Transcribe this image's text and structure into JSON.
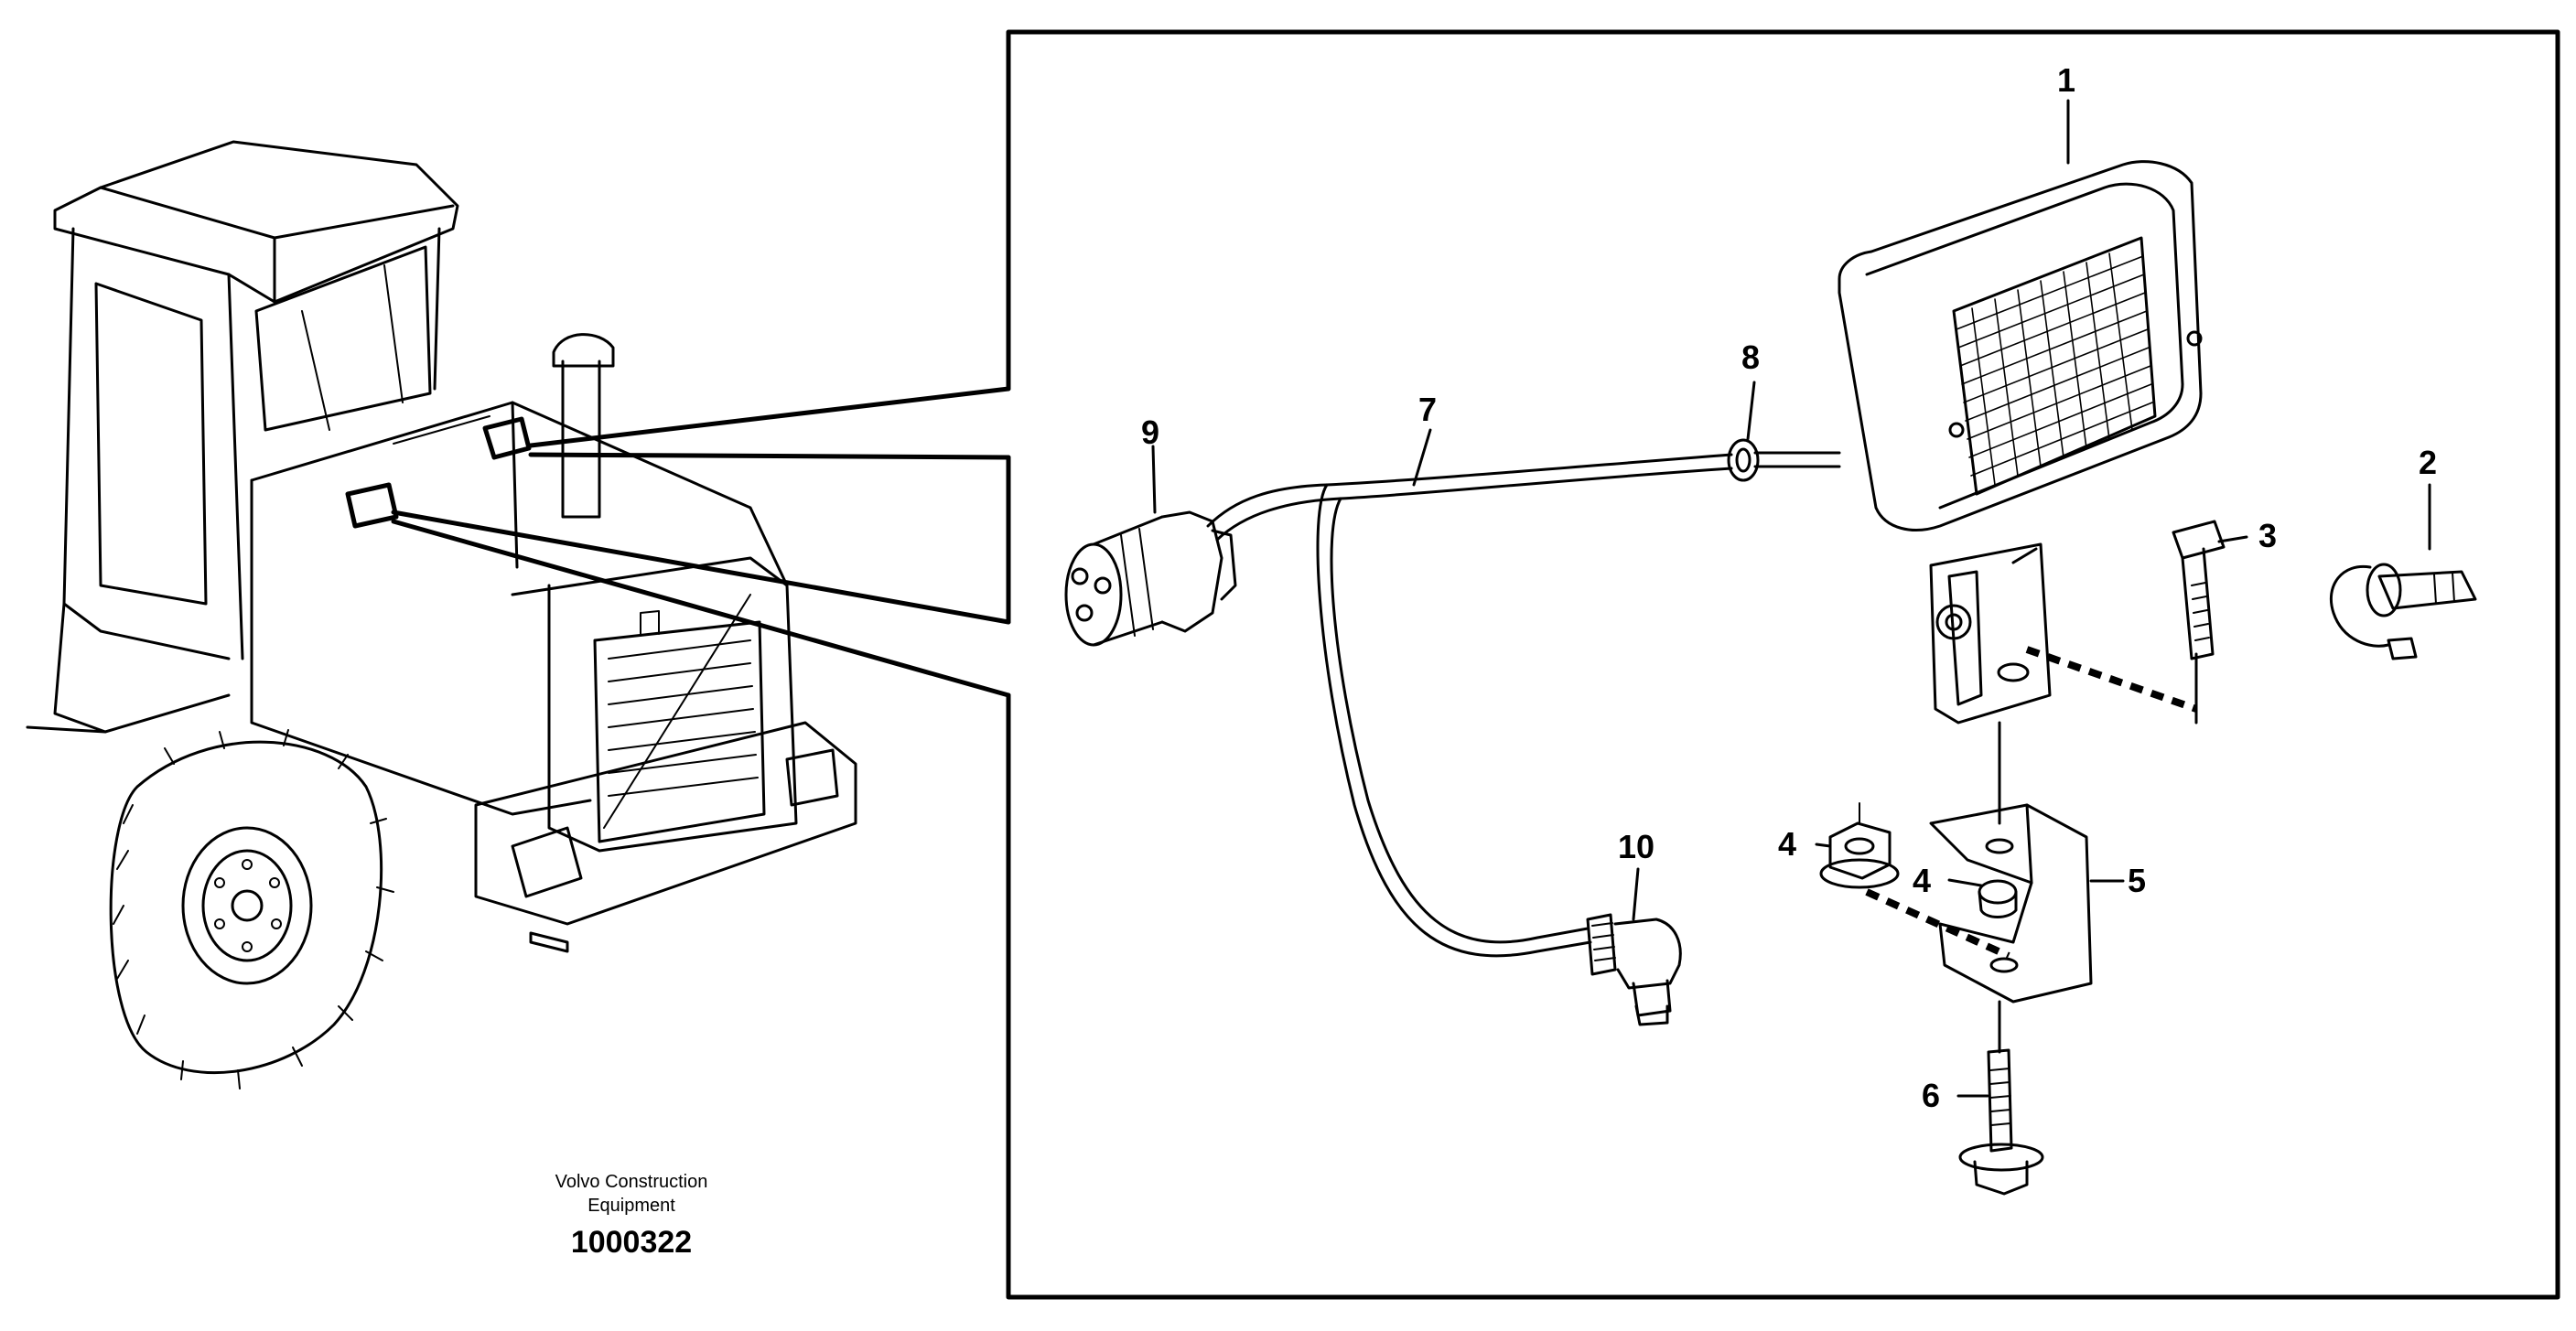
{
  "caption": {
    "line1": "Volvo Construction",
    "line2": "Equipment",
    "number": "1000322"
  },
  "callouts": [
    "1",
    "2",
    "3",
    "4",
    "4",
    "5",
    "6",
    "7",
    "8",
    "9",
    "10"
  ]
}
